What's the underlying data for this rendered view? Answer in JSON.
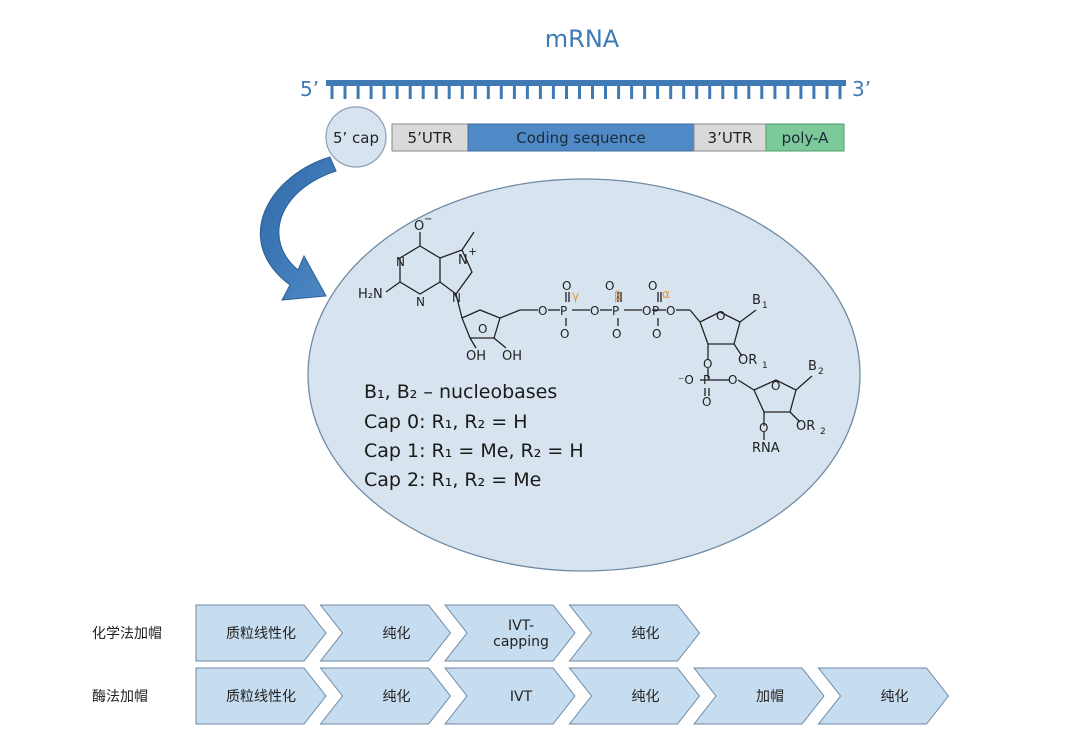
{
  "title": "mRNA",
  "strand": {
    "five_prime": "5’",
    "three_prime": "3’"
  },
  "segments": {
    "cap": "5’ cap",
    "utr5": "5’UTR",
    "coding": "Coding sequence",
    "utr3": "3’UTR",
    "polya": "poly-A"
  },
  "colors": {
    "accent": "#3f7ab5",
    "coding_fill": "#4f89c6",
    "utr_fill": "#d9d9d9",
    "polya_fill": "#7cc99a",
    "ellipse_fill": "#d7e4ef",
    "chevron_fill": "#c6dcef",
    "orange": "#e8963a"
  },
  "structure": {
    "o_minus_top": "O",
    "n_plus": "N",
    "plus": "+",
    "h2n": "H₂N",
    "oh_left": "OH",
    "oh_right": "OH",
    "b1": "B",
    "b1_sub": "1",
    "or1": "OR",
    "or1_sub": "1",
    "b2": "B",
    "b2_sub": "2",
    "or2": "OR",
    "or2_sub": "2",
    "rna": "RNA",
    "gamma": "γ",
    "beta": "β",
    "alpha": "α"
  },
  "legend": {
    "line1": "B₁, B₂ – nucleobases",
    "line2": "Cap 0: R₁, R₂ = H",
    "line3": "Cap 1: R₁ = Me, R₂ = H",
    "line4": "Cap 2: R₁, R₂ = Me"
  },
  "processes": [
    {
      "label": "化学法加帽",
      "steps": [
        "质粒线性化",
        "纯化",
        "IVT-\ncapping",
        "纯化"
      ]
    },
    {
      "label": "酶法加帽",
      "steps": [
        "质粒线性化",
        "纯化",
        "IVT",
        "纯化",
        "加帽",
        "纯化"
      ]
    }
  ]
}
